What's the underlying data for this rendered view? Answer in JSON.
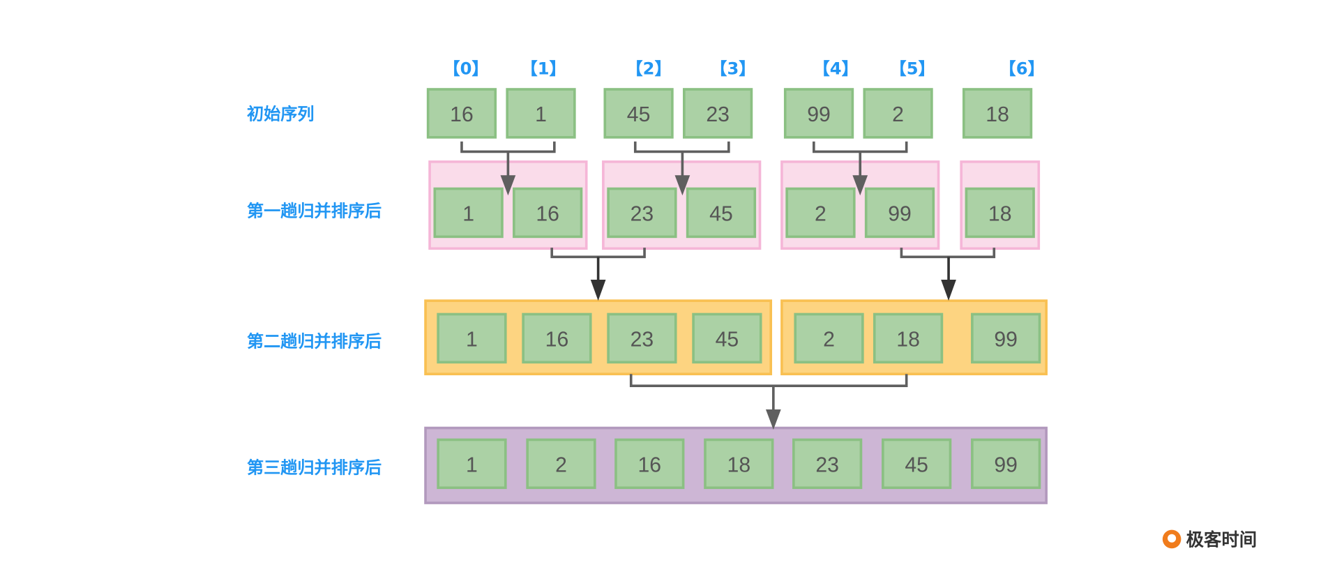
{
  "indices": [
    "【0】",
    "【1】",
    "【2】",
    "【3】",
    "【4】",
    "【5】",
    "【6】"
  ],
  "rows": [
    {
      "label": "初始序列",
      "values": [
        "16",
        "1",
        "45",
        "23",
        "99",
        "2",
        "18"
      ]
    },
    {
      "label": "第一趟归并排序后",
      "values": [
        "1",
        "16",
        "23",
        "45",
        "2",
        "99",
        "18"
      ]
    },
    {
      "label": "第二趟归并排序后",
      "values": [
        "1",
        "16",
        "23",
        "45",
        "2",
        "18",
        "99"
      ]
    },
    {
      "label": "第三趟归并排序后",
      "values": [
        "1",
        "2",
        "16",
        "18",
        "23",
        "45",
        "99"
      ]
    }
  ],
  "logo": "极客时间",
  "colors": {
    "label": "#2196f3",
    "cell": "#abd1a5",
    "pass1": "#fadcea",
    "pass2": "#fdd481",
    "pass3": "#cdb6d5",
    "logo_accent": "#f07c1c"
  }
}
